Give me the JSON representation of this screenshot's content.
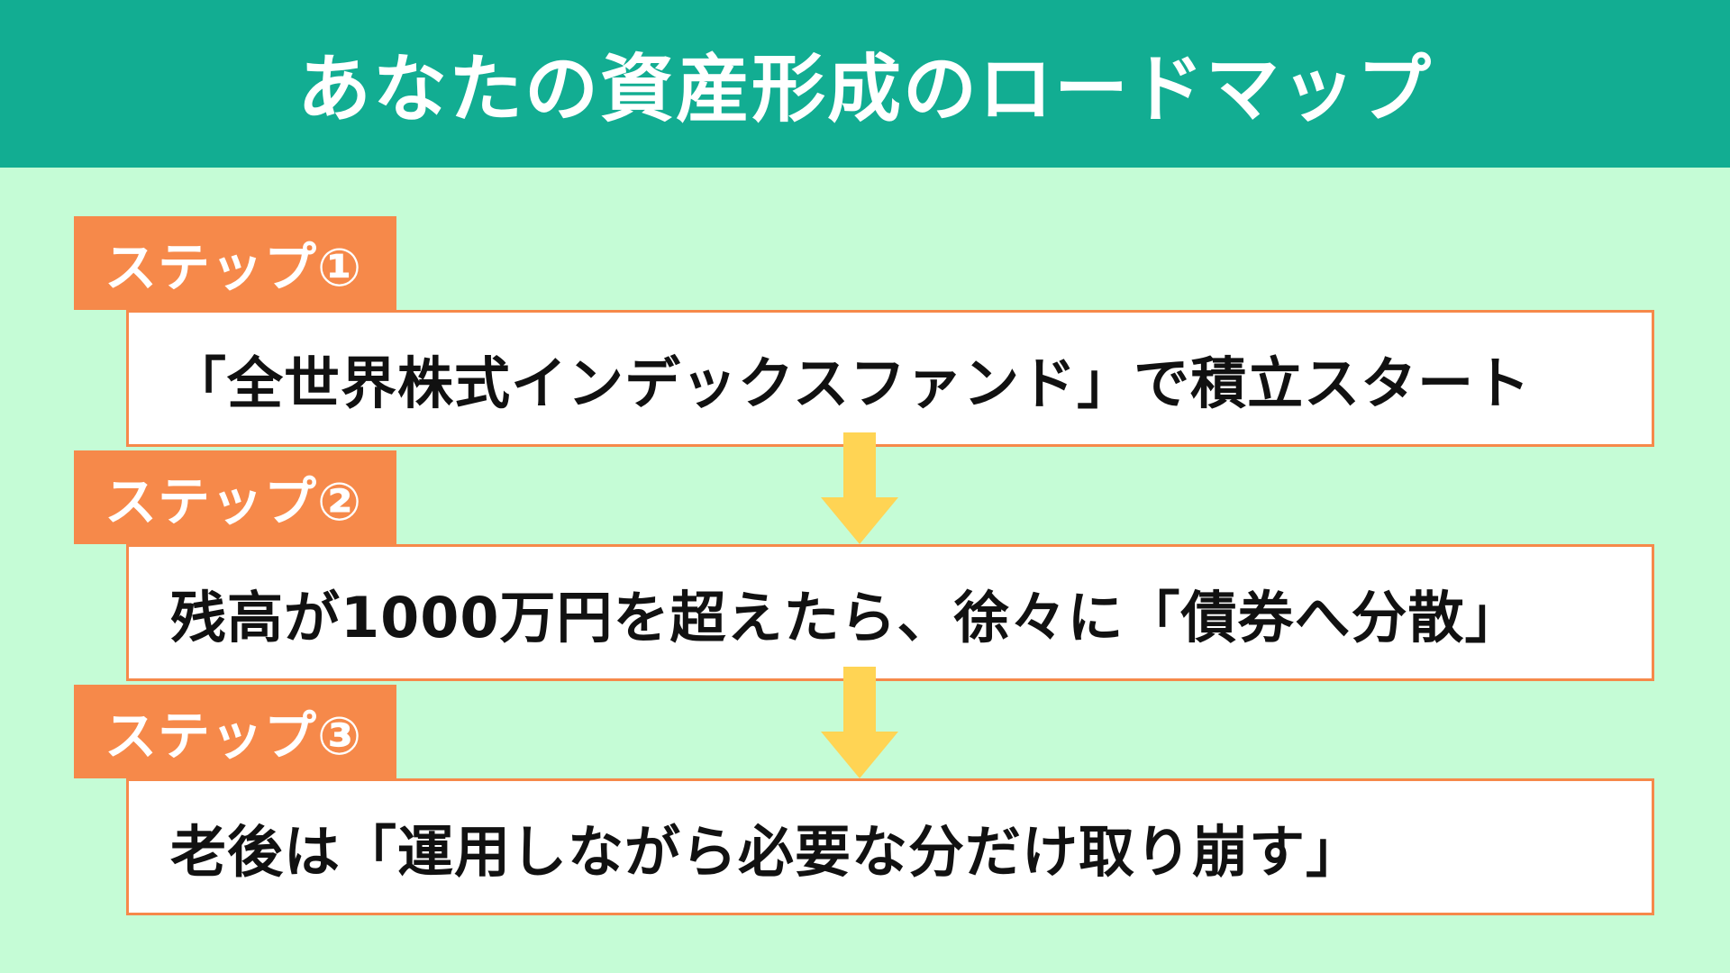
{
  "header": {
    "title": "あなたの資産形成のロードマップ"
  },
  "steps": [
    {
      "label": "ステップ①",
      "text": "「全世界株式インデックスファンド」で積立スタート"
    },
    {
      "label": "ステップ②",
      "text": "残高が1000万円を超えたら、徐々に「債券へ分散」"
    },
    {
      "label": "ステップ③",
      "text": "老後は「運用しながら必要な分だけ取り崩す」"
    }
  ],
  "colors": {
    "background": "#c5fcd6",
    "header": "#12ad92",
    "step_label": "#f6894a",
    "box_border": "#f6894a",
    "arrow": "#ffd454"
  },
  "icons": {
    "arrow": "arrow-down-icon"
  }
}
